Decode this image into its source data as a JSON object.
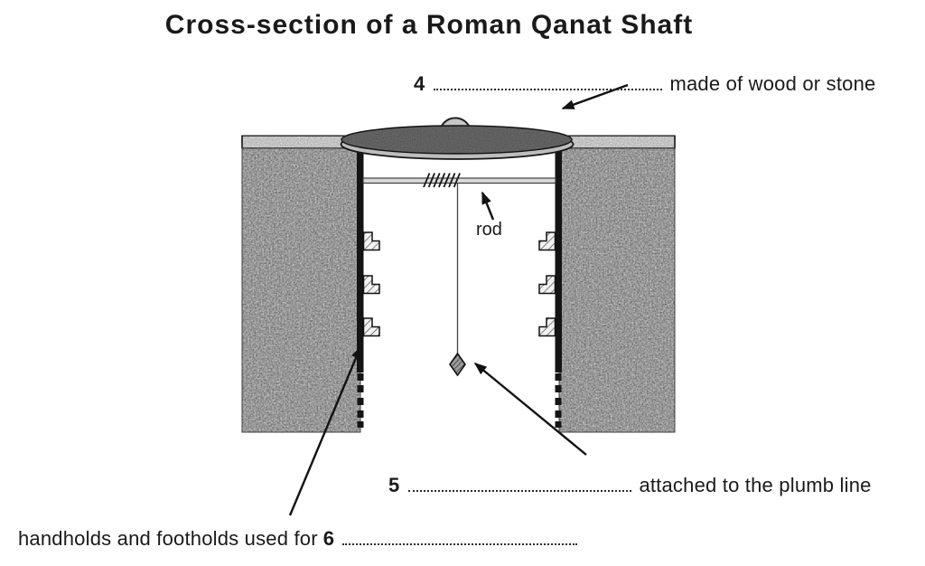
{
  "title": "Cross-section of a Roman Qanat Shaft",
  "labels": {
    "q4": {
      "number": "4",
      "text": "made of wood or stone"
    },
    "q5": {
      "number": "5",
      "text": "attached to the plumb line"
    },
    "q6": {
      "prefix": "handholds and footholds used for",
      "number": "6"
    },
    "rod": "rod"
  },
  "colors": {
    "ink": "#1a1a1a",
    "ground": "#989898",
    "surface_layer": "#c6c6c6",
    "lid_top": "#5e5e5e",
    "lid_rim": "#bdbdbd",
    "handle": "#c6c6c6",
    "shaft_lining": "#141414"
  }
}
